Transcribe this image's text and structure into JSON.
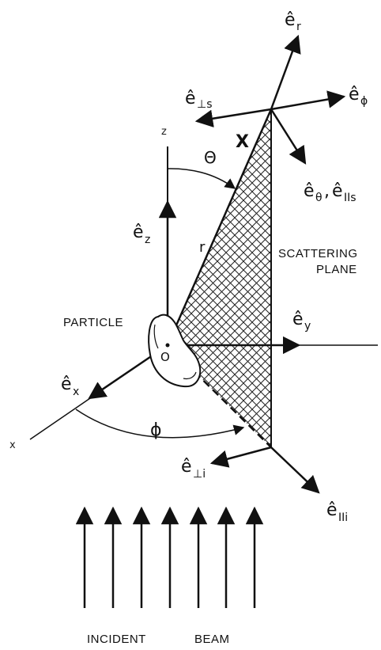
{
  "unit_vectors": {
    "e_r": {
      "symbol": "ê",
      "subscript": "r"
    },
    "e_phi": {
      "symbol": "ê",
      "subscript": "ϕ"
    },
    "e_perp_s": {
      "symbol": "ê",
      "subscript": "⊥s"
    },
    "e_theta_par_s": {
      "symbol": "ê",
      "subscript1": "θ",
      "separator": ",",
      "symbol2": "ê",
      "subscript2": "IIs"
    },
    "e_z": {
      "symbol": "ê",
      "subscript": "z"
    },
    "e_y": {
      "symbol": "ê",
      "subscript": "y"
    },
    "e_x": {
      "symbol": "ê",
      "subscript": "x"
    },
    "e_perp_i": {
      "symbol": "ê",
      "subscript": "⊥i"
    },
    "e_par_i": {
      "symbol": "ê",
      "subscript": "IIi"
    }
  },
  "labels": {
    "point_x": "X",
    "theta": "Θ",
    "r": "r",
    "phi": "ϕ",
    "origin": "O",
    "axis_z": "z",
    "axis_x": "x",
    "particle": "PARTICLE",
    "scattering_plane_1": "SCATTERING",
    "scattering_plane_2": "PLANE",
    "incident": "INCIDENT",
    "beam": "BEAM"
  }
}
